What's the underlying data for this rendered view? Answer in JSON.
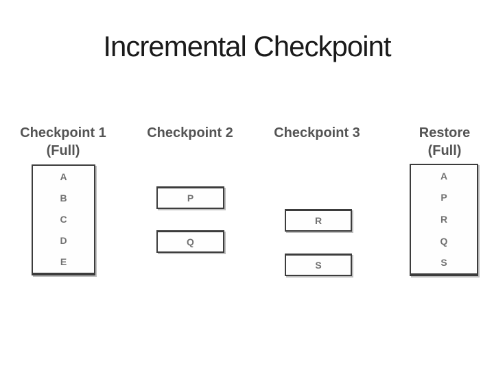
{
  "slide": {
    "title": "Incremental Checkpoint"
  },
  "colors": {
    "background": "#ffffff",
    "title_text": "#1a1a1a",
    "header_text": "#545454",
    "box_border": "#3c3c3c",
    "box_fill": "#fefefe",
    "box_shadow": "#bdbdbd",
    "letter_text": "#717171"
  },
  "columns": [
    {
      "title": "Checkpoint 1",
      "subtitle": "(Full)",
      "type": "full",
      "letters": [
        "A",
        "B",
        "C",
        "D",
        "E"
      ]
    },
    {
      "title": "Checkpoint 2",
      "subtitle": "",
      "type": "incremental",
      "blocks": [
        "P",
        "Q"
      ]
    },
    {
      "title": "Checkpoint 3",
      "subtitle": "",
      "type": "incremental",
      "blocks": [
        "R",
        "S"
      ]
    },
    {
      "title": "Restore",
      "subtitle": "(Full)",
      "type": "full",
      "letters": [
        "A",
        "P",
        "R",
        "Q",
        "S"
      ]
    }
  ]
}
